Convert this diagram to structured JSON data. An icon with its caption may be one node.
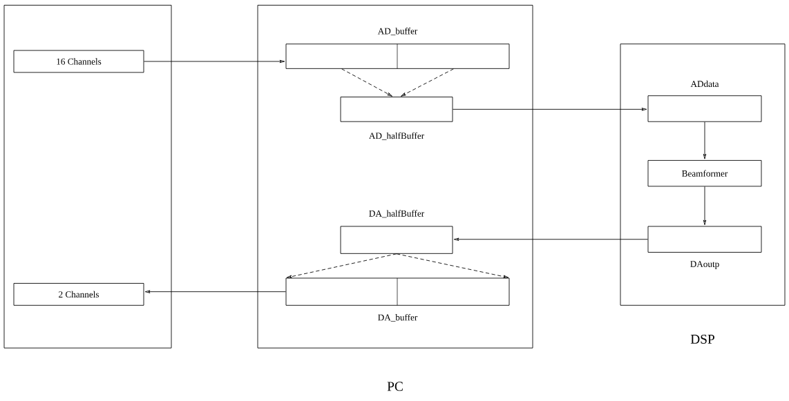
{
  "diagram": {
    "nodes": [
      {
        "text": [],
        "shape": "box"
      },
      {
        "text": [
          "PC"
        ]
      },
      {
        "text": [
          "DSP"
        ]
      },
      {
        "text": [
          "16 Channels"
        ],
        "in": 0
      },
      {
        "text": [
          "2 Channels"
        ],
        "in": 0
      },
      {
        "text": [
          "AD_buffer"
        ],
        "in": 1
      },
      {
        "text": [
          "AD_halfBuffer"
        ],
        "in": 1
      },
      {
        "text": [
          "DA_halfBuffer"
        ],
        "in": 1
      },
      {
        "text": [
          "DA_buffer"
        ],
        "in": 1
      },
      {
        "text": [
          "ADdata"
        ],
        "in": 2
      },
      {
        "text": [
          "Beamformer"
        ],
        "in": 2
      },
      {
        "text": [
          "DAoutp"
        ],
        "in": 2
      }
    ],
    "edges": [
      {
        "from": 3,
        "to": 5,
        "arrow": "to"
      },
      {
        "from": 5,
        "to": 6,
        "arrow": "to",
        "style": "dashed"
      },
      {
        "from": 5,
        "to": 6,
        "arrow": "to",
        "style": "dashed"
      },
      {
        "from": 6,
        "to": 9,
        "arrow": "to"
      },
      {
        "from": 9,
        "to": 10,
        "arrow": "to"
      },
      {
        "from": 10,
        "to": 11,
        "arrow": "to"
      },
      {
        "from": 11,
        "to": 7,
        "arrow": "to"
      },
      {
        "from": 7,
        "to": 8,
        "arrow": "to",
        "style": "dashed"
      },
      {
        "from": 7,
        "to": 8,
        "arrow": "to",
        "style": "dashed"
      },
      {
        "from": 8,
        "to": 4,
        "arrow": "to"
      }
    ]
  }
}
